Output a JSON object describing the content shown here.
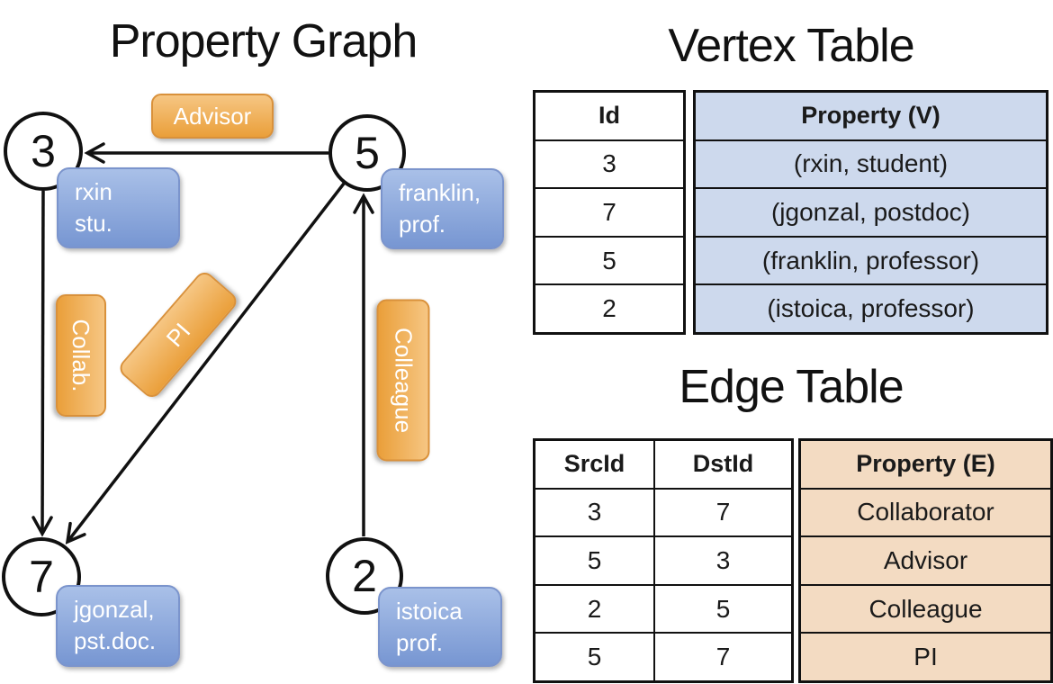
{
  "slide": {
    "graph_title": "Property Graph",
    "vertex_table_title": "Vertex Table",
    "edge_table_title": "Edge Table"
  },
  "graph": {
    "vertices": [
      {
        "id": "3",
        "prop_line1": "rxin",
        "prop_line2": "stu."
      },
      {
        "id": "5",
        "prop_line1": "franklin,",
        "prop_line2": "prof."
      },
      {
        "id": "7",
        "prop_line1": "jgonzal,",
        "prop_line2": "pst.doc."
      },
      {
        "id": "2",
        "prop_line1": "istoica",
        "prop_line2": "prof."
      }
    ],
    "edge_labels": {
      "advisor": "Advisor",
      "collab": "Collab.",
      "pi": "PI",
      "colleague": "Colleague"
    },
    "edges": [
      {
        "from": "5",
        "to": "3",
        "label": "Advisor"
      },
      {
        "from": "3",
        "to": "7",
        "label": "Collab."
      },
      {
        "from": "5",
        "to": "7",
        "label": "PI"
      },
      {
        "from": "2",
        "to": "5",
        "label": "Colleague"
      }
    ]
  },
  "vertex_table": {
    "columns": {
      "id": "Id",
      "property": "Property (V)"
    },
    "rows": [
      {
        "id": "3",
        "property": "(rxin, student)"
      },
      {
        "id": "7",
        "property": "(jgonzal, postdoc)"
      },
      {
        "id": "5",
        "property": "(franklin, professor)"
      },
      {
        "id": "2",
        "property": "(istoica, professor)"
      }
    ]
  },
  "edge_table": {
    "columns": {
      "src": "SrcId",
      "dst": "DstId",
      "property": "Property (E)"
    },
    "rows": [
      {
        "src": "3",
        "dst": "7",
        "property": "Collaborator"
      },
      {
        "src": "5",
        "dst": "3",
        "property": "Advisor"
      },
      {
        "src": "2",
        "dst": "5",
        "property": "Colleague"
      },
      {
        "src": "5",
        "dst": "7",
        "property": "PI"
      }
    ]
  },
  "colors": {
    "edge_label_bg_top": "#f6c683",
    "edge_label_bg_bottom": "#ea9f3a",
    "edge_label_border": "#d9913b",
    "vertex_prop_bg_top": "#a9c0e8",
    "vertex_prop_bg_bottom": "#7796d2",
    "vertex_prop_border": "#7b94cc",
    "vertex_table_fill": "#cdd9ed",
    "edge_table_fill": "#f3dbc2",
    "line_color": "#111111"
  }
}
